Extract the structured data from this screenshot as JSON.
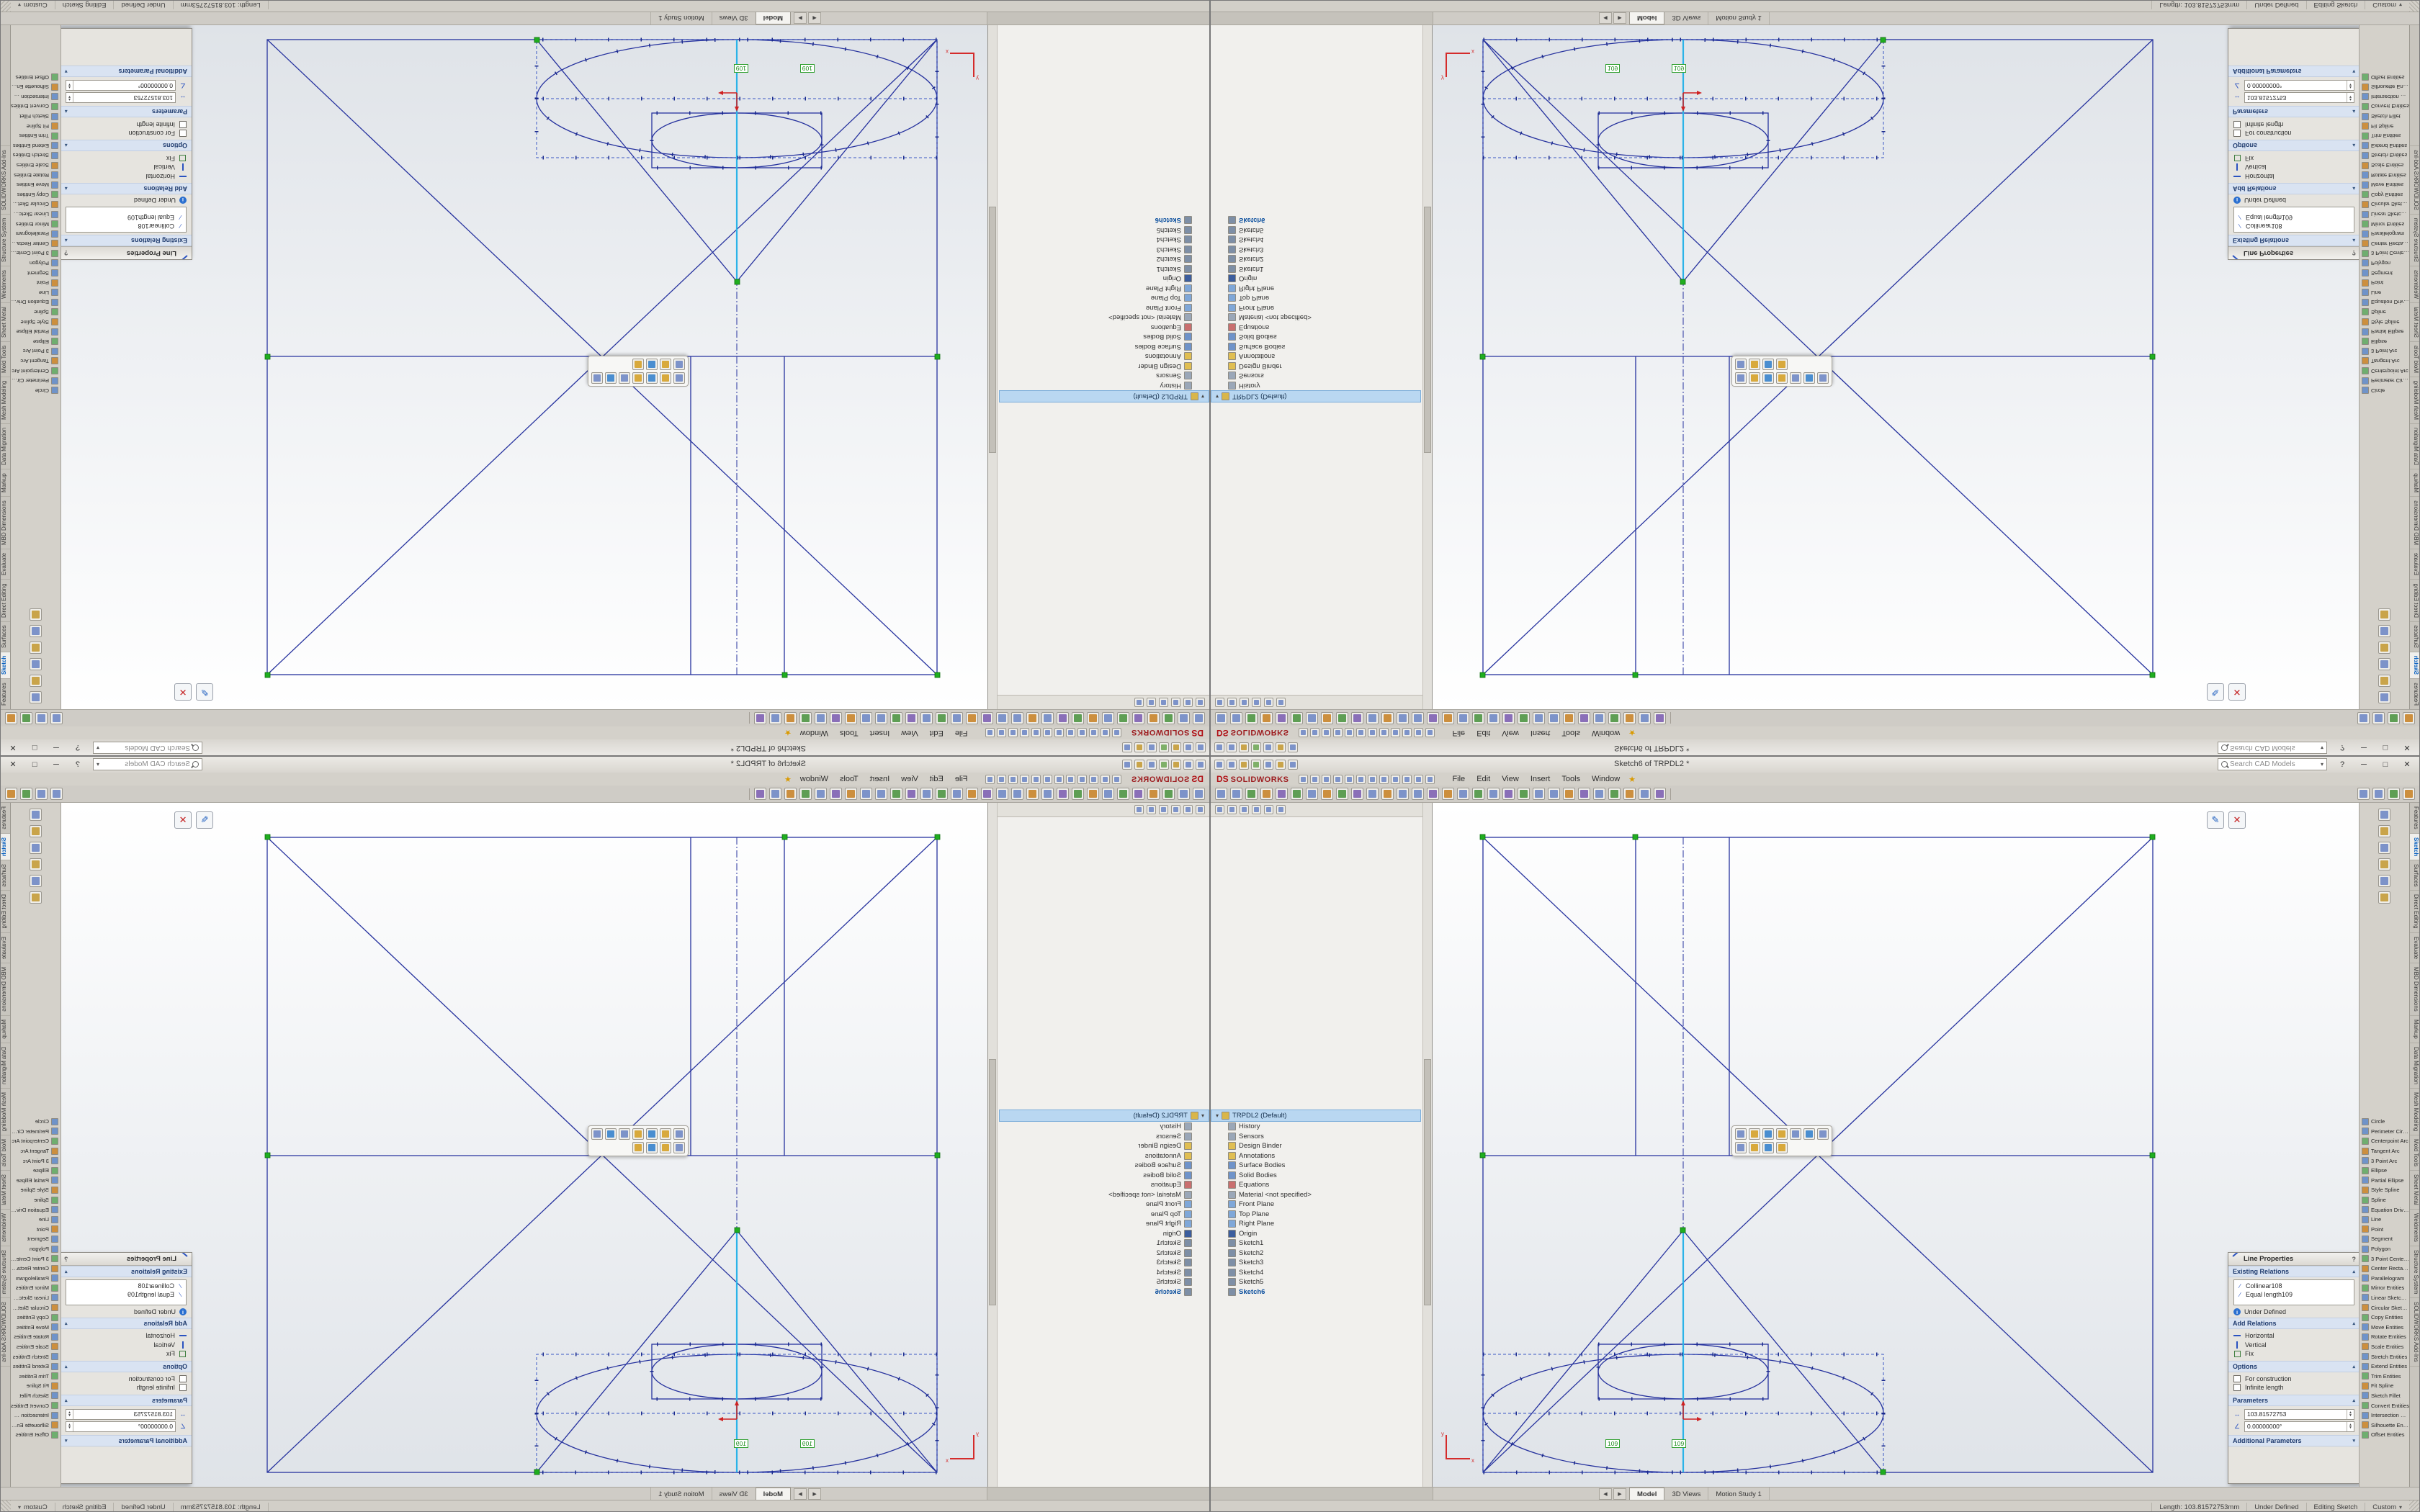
{
  "colors": {
    "sketch_blue": "#26329e",
    "selected_blue": "#2bb3e8",
    "handle_green": "#1fae1f",
    "dimension_green": "#2fa02f",
    "brand_red": "#b01116",
    "chrome_gray": "#d4d1ca"
  },
  "title_bar": {
    "title": "Sketch6 of TRPDL2 *",
    "search_placeholder": "Search CAD Models",
    "quick_icons": [
      "app-logo",
      "new-document",
      "open-document",
      "save",
      "print",
      "undo",
      "redo"
    ],
    "window_controls": [
      {
        "name": "help",
        "glyph": "?"
      },
      {
        "name": "minimize",
        "glyph": "─"
      },
      {
        "name": "maximize",
        "glyph": "□"
      },
      {
        "name": "close",
        "glyph": "✕"
      }
    ]
  },
  "menu_bar": {
    "brand_ds": "DS",
    "brand_name": "SOLIDWORKS",
    "qat_icons": [
      "new",
      "open",
      "save",
      "print",
      "undo",
      "redo",
      "select",
      "rebuild",
      "file-properties",
      "options",
      "take-snapshot",
      "help"
    ],
    "menus": [
      "File",
      "Edit",
      "View",
      "Insert",
      "Tools",
      "Window"
    ]
  },
  "toolbar_icons": [
    "print",
    "print-preview",
    "undo",
    "redo",
    "cut",
    "copy",
    "paste",
    "rebuild",
    "options",
    "zoom-to-fit",
    "zoom-to-area",
    "previous-view",
    "section-view",
    "view-orientation",
    "display-style",
    "hide-show-items",
    "edit-appearance",
    "apply-scene",
    "view-settings",
    "smart-dimension",
    "sketch",
    "trim-entities",
    "convert-entities",
    "offset-entities",
    "mirror-entities",
    "linear-pattern",
    "display-delete-relations",
    "repair-sketch",
    "quick-snaps",
    "rapid-sketch"
  ],
  "toolbar_right_icons": [
    "task-pane",
    "collapse-toolbar",
    "pin-toolbar",
    "toolbar-options"
  ],
  "feature_tree": {
    "panel_tab_icons": [
      "feature-manager",
      "property-manager",
      "configuration-manager",
      "dimxpert-manager",
      "display-manager",
      "cam-manager"
    ],
    "root": "TRPDL2 (Default)",
    "items": [
      "History",
      "Sensors",
      "Design Binder",
      "Annotations",
      "Surface Bodies",
      "Solid Bodies",
      "Equations",
      "Material <not specified>",
      "Front Plane",
      "Top Plane",
      "Right Plane",
      "Origin",
      "Sketch1",
      "Sketch2",
      "Sketch3",
      "Sketch4",
      "Sketch5",
      "Sketch6"
    ]
  },
  "property_panel": {
    "title": "Line Properties",
    "sections": {
      "existing_relations": {
        "header": "Existing Relations",
        "items": [
          "Collinear108",
          "Equal length109"
        ],
        "status": "Under Defined"
      },
      "add_relations": {
        "header": "Add Relations",
        "items": [
          "Horizontal",
          "Vertical",
          "Fix"
        ]
      },
      "options": {
        "header": "Options",
        "items": [
          "For construction",
          "Infinite length"
        ]
      },
      "parameters": {
        "header": "Parameters",
        "values": [
          "103.81572753",
          "0.00000000°"
        ]
      },
      "additional_parameters": {
        "header": "Additional Parameters"
      }
    }
  },
  "graphics": {
    "dimension_labels": [
      "109",
      "109"
    ],
    "confirm_corner_icons": [
      "exit-sketch",
      "cancel-sketch"
    ],
    "context_toolbar_icons": [
      "select",
      "smart-dimension",
      "make-horizontal",
      "make-vertical",
      "make-fix",
      "trim-entities",
      "convert-entities"
    ],
    "context_toolbar_icons_row2": [
      "delete",
      "properties",
      "repeat-last-command",
      "more-options"
    ],
    "triad_labels": {
      "x": "x",
      "y": "y"
    }
  },
  "right_toolbar": {
    "top_icons": [
      "exit-sketch",
      "smart-dimension",
      "corner-rectangle",
      "straight-slot",
      "text",
      "plane"
    ],
    "tools": [
      "Circle",
      "Perimeter Circle",
      "Centerpoint Arc",
      "Tangent Arc",
      "3 Point Arc",
      "Ellipse",
      "Partial Ellipse",
      "Style Spline",
      "Spline",
      "Equation Driven Curve",
      "Line",
      "Point",
      "Segment",
      "Polygon",
      "3 Point Center Recta...",
      "Center Rectangle",
      "Parallelogram",
      "Mirror Entities",
      "Linear Sketch Pattern",
      "Circular Sketch Patte...",
      "Copy Entities",
      "Move Entities",
      "Rotate Entities",
      "Scale Entities",
      "Stretch Entities",
      "Extend Entities",
      "Trim Entities",
      "Fit Spline",
      "Sketch Fillet",
      "Convert Entities",
      "Intersection Curve",
      "Silhouette Entities",
      "Offset Entities"
    ]
  },
  "command_tabs": [
    "Features",
    "Sketch",
    "Surfaces",
    "Direct Editing",
    "Evaluate",
    "MBD Dimensions",
    "Markup",
    "Data Migration",
    "Mesh Modeling",
    "Mold Tools",
    "Sheet Metal",
    "Weldments",
    "Structure System",
    "SOLIDWORKS Add-Ins"
  ],
  "model_tabs": {
    "scroll_left": "◀",
    "scroll_right": "▶",
    "tabs": [
      "Model",
      "3D Views",
      "Motion Study 1"
    ]
  },
  "status_bar": {
    "length": "Length: 103.81572753mm",
    "state": "Under Defined",
    "mode": "Editing Sketch",
    "units": "Custom"
  }
}
